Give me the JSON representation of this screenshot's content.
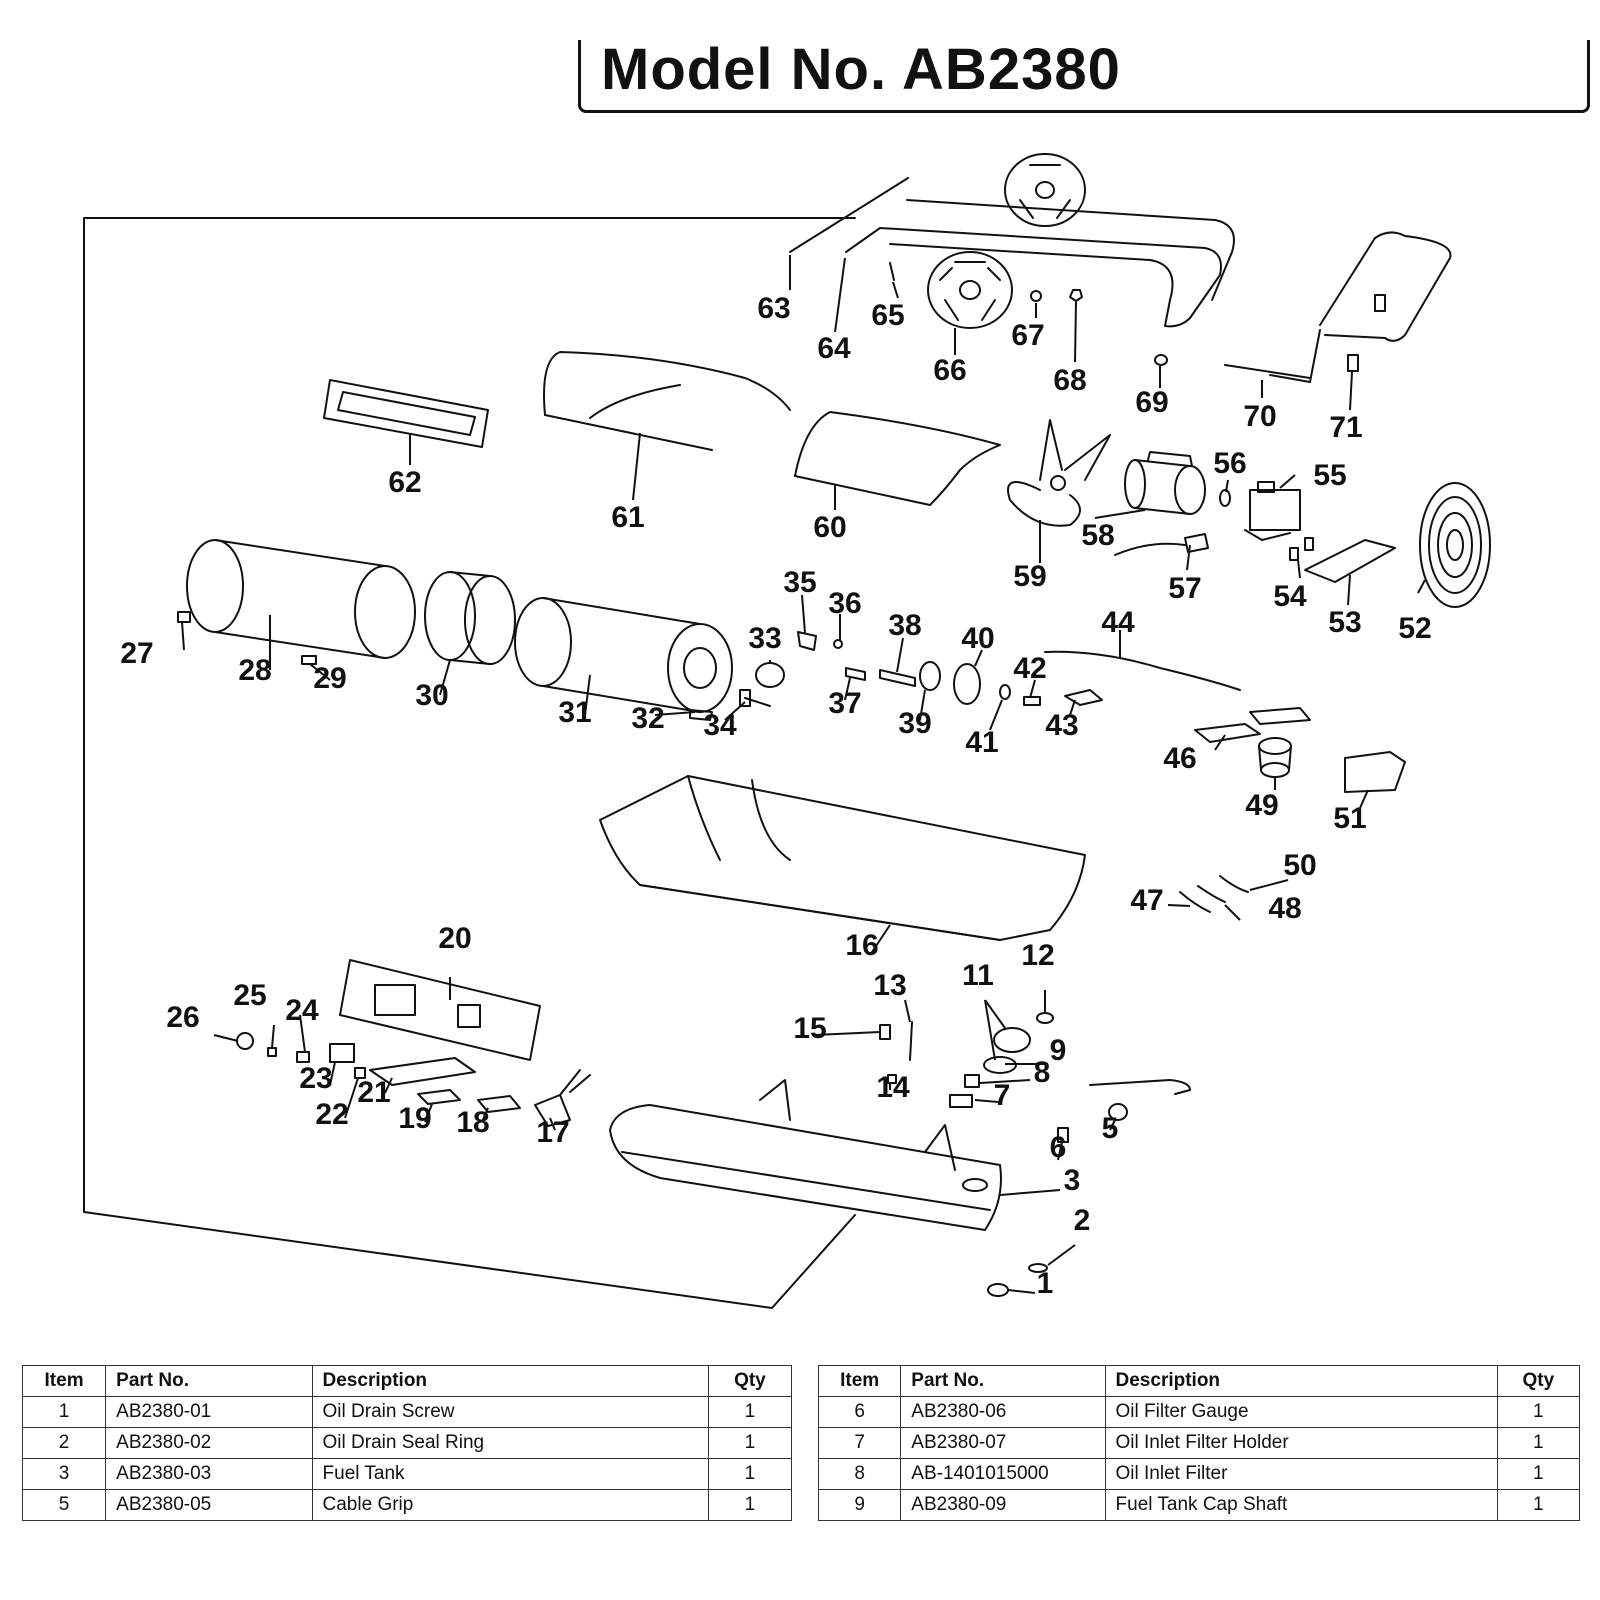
{
  "title": "Model No. AB2380",
  "callouts": [
    "1",
    "2",
    "3",
    "5",
    "6",
    "7",
    "8",
    "9",
    "11",
    "12",
    "13",
    "14",
    "15",
    "16",
    "17",
    "18",
    "19",
    "20",
    "21",
    "22",
    "23",
    "24",
    "25",
    "26",
    "27",
    "28",
    "29",
    "30",
    "31",
    "32",
    "33",
    "34",
    "35",
    "36",
    "37",
    "38",
    "39",
    "40",
    "41",
    "42",
    "43",
    "44",
    "46",
    "47",
    "48",
    "49",
    "50",
    "51",
    "52",
    "53",
    "54",
    "55",
    "56",
    "57",
    "58",
    "59",
    "60",
    "61",
    "62",
    "63",
    "64",
    "65",
    "66",
    "67",
    "68",
    "69",
    "70",
    "71"
  ],
  "table": {
    "headers": {
      "item": "Item",
      "part_no": "Part No.",
      "description": "Description",
      "qty": "Qty"
    },
    "left": [
      {
        "item": "1",
        "part_no": "AB2380-01",
        "description": "Oil Drain Screw",
        "qty": "1"
      },
      {
        "item": "2",
        "part_no": "AB2380-02",
        "description": "Oil Drain Seal Ring",
        "qty": "1"
      },
      {
        "item": "3",
        "part_no": "AB2380-03",
        "description": "Fuel Tank",
        "qty": "1"
      },
      {
        "item": "5",
        "part_no": "AB2380-05",
        "description": "Cable Grip",
        "qty": "1"
      }
    ],
    "right": [
      {
        "item": "6",
        "part_no": "AB2380-06",
        "description": "Oil Filter Gauge",
        "qty": "1"
      },
      {
        "item": "7",
        "part_no": "AB2380-07",
        "description": "Oil Inlet Filter Holder",
        "qty": "1"
      },
      {
        "item": "8",
        "part_no": "AB-1401015000",
        "description": "Oil Inlet Filter",
        "qty": "1"
      },
      {
        "item": "9",
        "part_no": "AB2380-09",
        "description": "Fuel Tank Cap Shaft",
        "qty": "1"
      }
    ]
  }
}
